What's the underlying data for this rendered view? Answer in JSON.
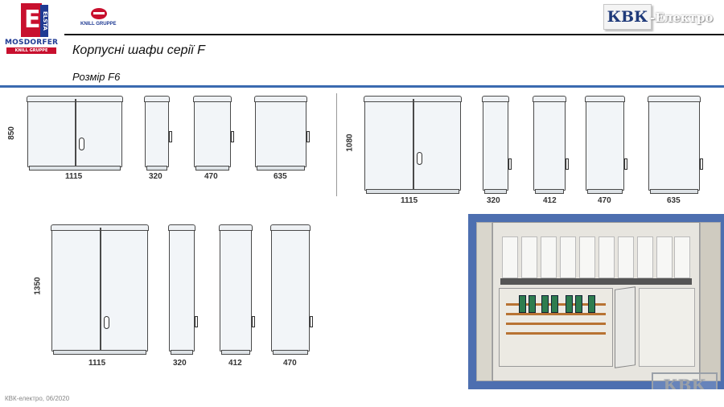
{
  "header": {
    "brand_left": "MOSDORFER",
    "brand_left_sub": "KNILL GRUPPE",
    "brand_left_vertical": "ELSTA",
    "brand_knill": "KNILL GRUPPE",
    "kbk_box": "КВК",
    "kbk_rest": "-Електро"
  },
  "slide": {
    "title": "Корпусні шафи серії F",
    "subtitle": "Розмір F6"
  },
  "group_850": {
    "height": "850",
    "widths": [
      "1115",
      "320",
      "470",
      "635"
    ]
  },
  "group_1080": {
    "height": "1080",
    "widths": [
      "1115",
      "320",
      "412",
      "470",
      "635"
    ]
  },
  "group_1350": {
    "height": "1350",
    "widths": [
      "1115",
      "320",
      "412",
      "470"
    ]
  },
  "photo": {
    "stamp": "КВК"
  },
  "footer": {
    "text": "КВК-електро, 06/2020"
  }
}
